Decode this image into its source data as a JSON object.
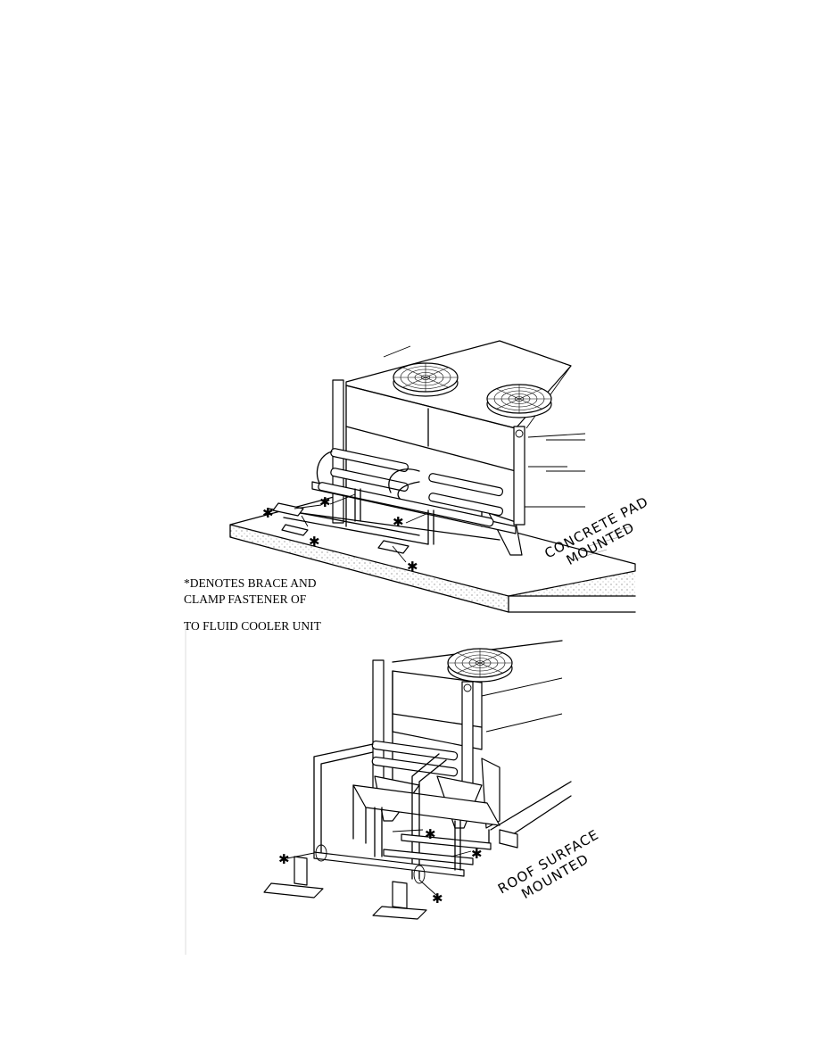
{
  "note": {
    "line1": "*DENOTES BRACE AND",
    "line2": "CLAMP FASTENER OF",
    "line3": "TO FLUID COOLER UNIT"
  },
  "labels": {
    "concrete_pad_1": "CONCRETE PAD",
    "concrete_pad_2": "MOUNTED",
    "roof_1": "ROOF SURFACE",
    "roof_2": "MOUNTED"
  },
  "marker": "✱"
}
